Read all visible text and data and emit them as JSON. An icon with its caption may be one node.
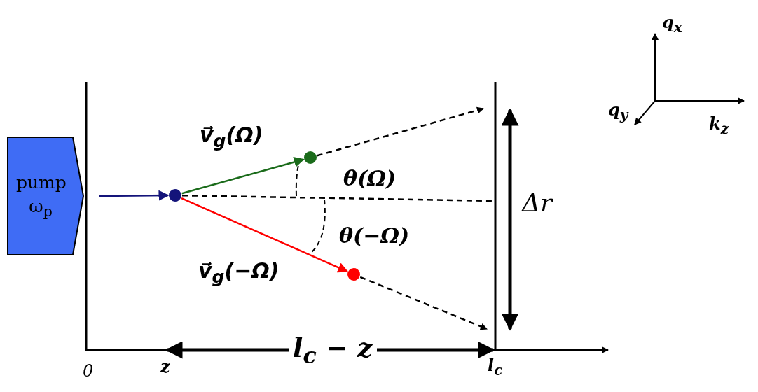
{
  "diagram": {
    "nodes": [
      {
        "text": [
          "pump ω$_{p}$"
        ]
      },
      {
        "text": [],
        "shape": "circle"
      },
      {
        "text": [],
        "shape": "circle"
      },
      {
        "text": [],
        "shape": "circle"
      }
    ],
    "edges": [
      {
        "from": 0,
        "to": 1,
        "arrow": "to",
        "color": "#14147a"
      },
      {
        "from": 1,
        "to": 2,
        "arrow": "to",
        "color": "#1a6b1a",
        "label": "v⃗$_{g}$(Ω)"
      },
      {
        "from": 1,
        "to": 3,
        "arrow": "to",
        "color": "#ff0000",
        "label": "v⃗$_{g}$(−Ω)"
      },
      {
        "from": 2,
        "to": null,
        "arrow": "to",
        "style": "dashed"
      },
      {
        "from": 3,
        "to": null,
        "arrow": "to",
        "style": "dashed"
      },
      {
        "from": 1,
        "to": null,
        "arrow": "none",
        "style": "dashed"
      }
    ],
    "labels": [
      "q$_{x}$",
      "q$_{y}$",
      "k$_{z}$",
      "θ(Ω)",
      "Δr",
      "θ(−Ω)",
      "0",
      "z",
      "l$_{c}$ − z",
      "l$_{c}$"
    ]
  }
}
